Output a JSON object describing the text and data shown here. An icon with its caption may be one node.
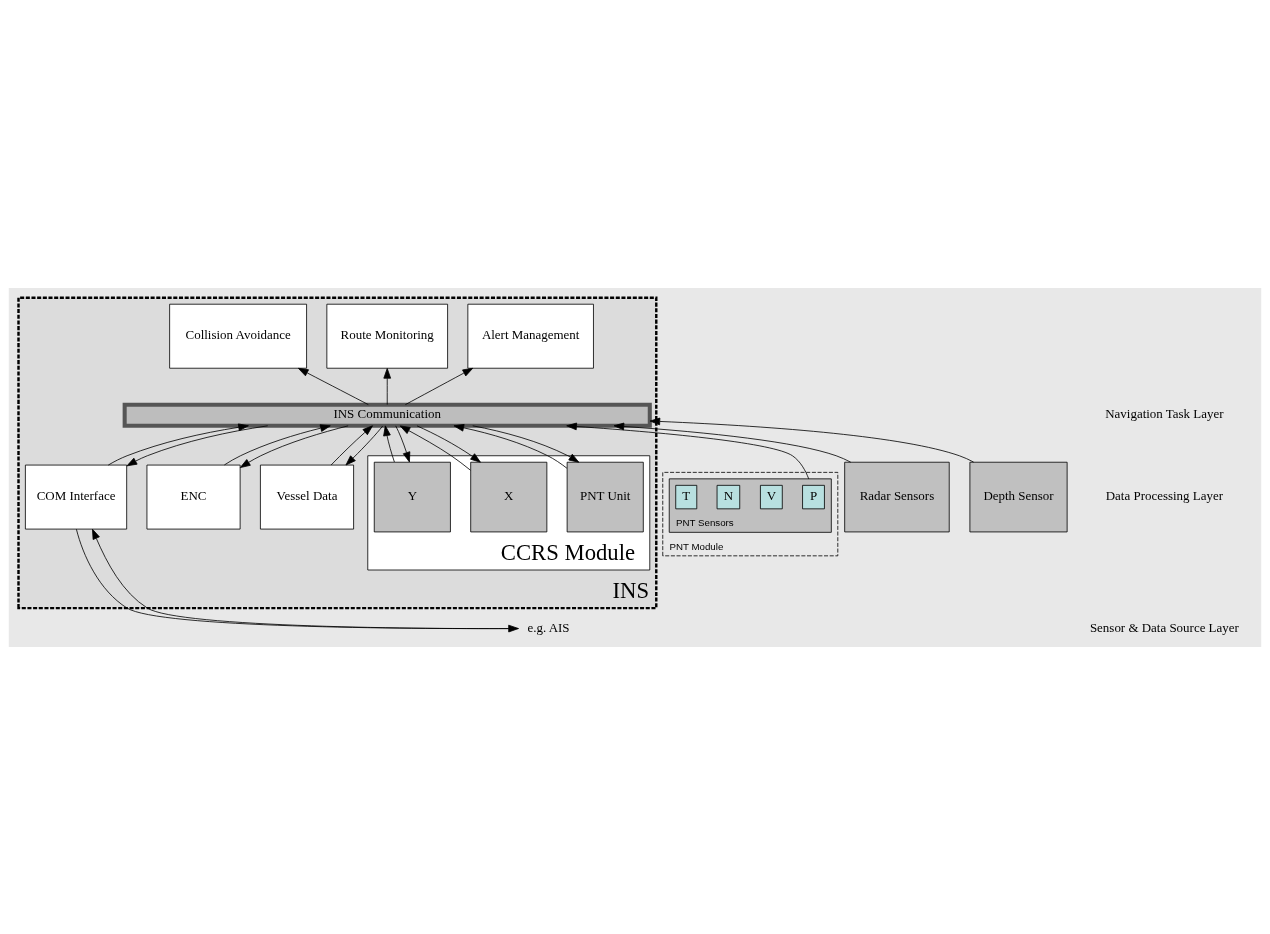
{
  "diagram": {
    "nodes": [
      {
        "text": [
          "INS"
        ]
      },
      {
        "text": [
          "Collision Avoidance"
        ],
        "in": 0
      },
      {
        "text": [
          "Route Monitoring"
        ],
        "in": 0
      },
      {
        "text": [
          "Alert Management"
        ],
        "in": 0
      },
      {
        "text": [
          "INS Communication"
        ],
        "in": 0
      },
      {
        "text": [
          "CCRS Module"
        ],
        "in": 0
      },
      {
        "text": [
          "PNT Unit"
        ],
        "in": 5
      },
      {
        "text": [
          "X"
        ],
        "in": 5
      },
      {
        "text": [
          "Y"
        ],
        "in": 5
      },
      {
        "text": [
          "Vessel Data"
        ],
        "in": 0
      },
      {
        "text": [
          "ENC"
        ],
        "in": 0
      },
      {
        "text": [
          "COM Interface"
        ],
        "in": 0
      },
      {
        "text": [
          "PNT Module"
        ]
      },
      {
        "text": [
          "PNT Sensors"
        ],
        "in": 12
      },
      {
        "text": [
          "P"
        ],
        "in": 13
      },
      {
        "text": [
          "V"
        ],
        "in": 13
      },
      {
        "text": [
          "N"
        ],
        "in": 13
      },
      {
        "text": [
          "T"
        ],
        "in": 13
      },
      {
        "text": [
          "Radar Sensors"
        ]
      },
      {
        "text": [
          "Depth Sensor"
        ]
      },
      {
        "text": [
          "e.g. AIS"
        ]
      }
    ],
    "edges": [
      {
        "from": 4,
        "to": 1,
        "arrow": "to"
      },
      {
        "from": 4,
        "to": 2,
        "arrow": "to"
      },
      {
        "from": 4,
        "to": 3,
        "arrow": "to"
      },
      {
        "from": 6,
        "to": 4,
        "arrow": "to"
      },
      {
        "from": 7,
        "to": 4,
        "arrow": "to"
      },
      {
        "from": 8,
        "to": 4,
        "arrow": "to"
      },
      {
        "from": 4,
        "to": 6,
        "arrow": "to"
      },
      {
        "from": 4,
        "to": 7,
        "arrow": "to"
      },
      {
        "from": 4,
        "to": 8,
        "arrow": "to"
      },
      {
        "from": 13,
        "to": 4,
        "arrow": "to"
      },
      {
        "from": 18,
        "to": 4,
        "arrow": "to"
      },
      {
        "from": 19,
        "to": 4,
        "arrow": "to"
      },
      {
        "from": 9,
        "to": 4,
        "arrow": "to"
      },
      {
        "from": 4,
        "to": 9,
        "arrow": "to"
      },
      {
        "from": 10,
        "to": 4,
        "arrow": "to"
      },
      {
        "from": 4,
        "to": 10,
        "arrow": "to"
      },
      {
        "from": 11,
        "to": 4,
        "arrow": "to"
      },
      {
        "from": 4,
        "to": 11,
        "arrow": "to"
      },
      {
        "from": 20,
        "to": 11,
        "arrow": "to"
      },
      {
        "from": 11,
        "to": 20,
        "arrow": "to"
      }
    ],
    "labels": [
      "Navigation Task Layer",
      "Data Processing Layer",
      "Sensor & Data Source Layer"
    ]
  }
}
